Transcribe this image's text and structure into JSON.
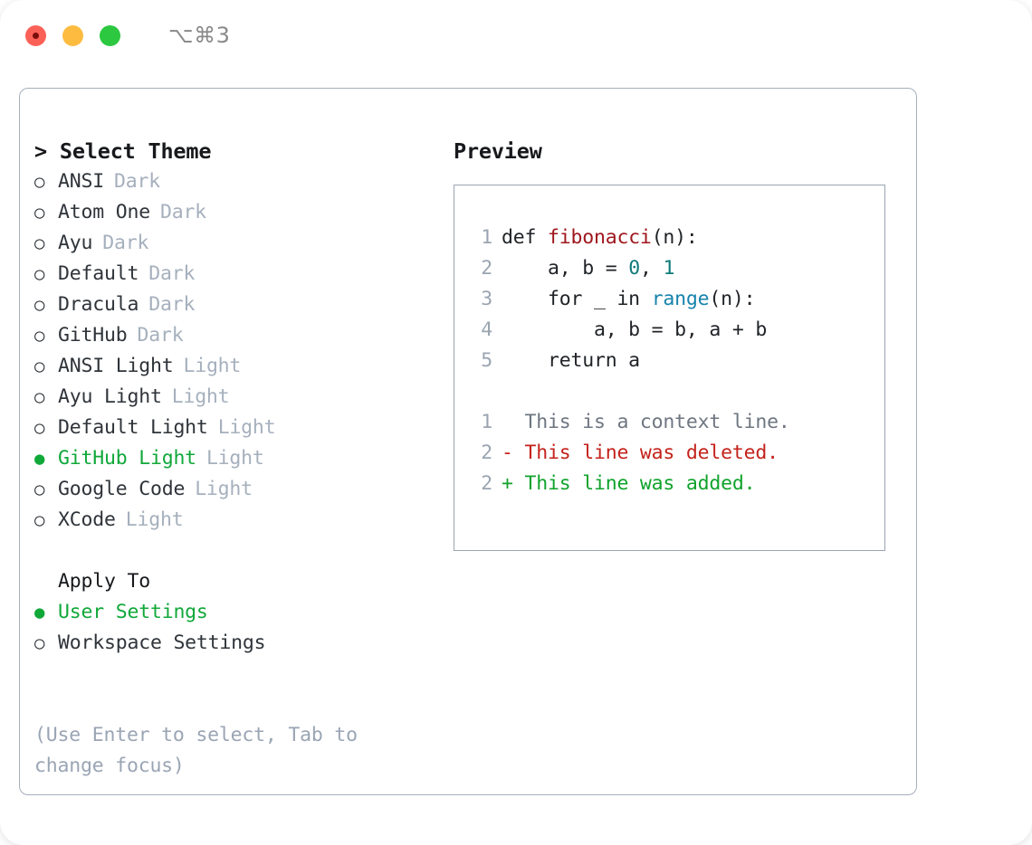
{
  "titlebar": {
    "shortcut": "⌥⌘3",
    "buttons": [
      {
        "name": "close",
        "color": "#fc6158"
      },
      {
        "name": "minimize",
        "color": "#fdbc40"
      },
      {
        "name": "zoom",
        "color": "#2bc840"
      }
    ]
  },
  "left": {
    "heading": "> Select Theme",
    "themes": [
      {
        "marker": "○",
        "name": "ANSI",
        "tag": "Dark",
        "selected": false
      },
      {
        "marker": "○",
        "name": "Atom One",
        "tag": "Dark",
        "selected": false
      },
      {
        "marker": "○",
        "name": "Ayu",
        "tag": "Dark",
        "selected": false
      },
      {
        "marker": "○",
        "name": "Default",
        "tag": "Dark",
        "selected": false
      },
      {
        "marker": "○",
        "name": "Dracula",
        "tag": "Dark",
        "selected": false
      },
      {
        "marker": "○",
        "name": "GitHub",
        "tag": "Dark",
        "selected": false
      },
      {
        "marker": "○",
        "name": "ANSI Light",
        "tag": "Light",
        "selected": false
      },
      {
        "marker": "○",
        "name": "Ayu Light",
        "tag": "Light",
        "selected": false
      },
      {
        "marker": "○",
        "name": "Default Light",
        "tag": "Light",
        "selected": false
      },
      {
        "marker": "●",
        "name": "GitHub Light",
        "tag": "Light",
        "selected": true
      },
      {
        "marker": "○",
        "name": "Google Code",
        "tag": "Light",
        "selected": false
      },
      {
        "marker": "○",
        "name": "XCode",
        "tag": "Light",
        "selected": false
      }
    ],
    "apply_to": {
      "title": "Apply To",
      "options": [
        {
          "marker": "●",
          "name": "User Settings",
          "selected": true
        },
        {
          "marker": "○",
          "name": "Workspace Settings",
          "selected": false
        }
      ]
    },
    "hint": "(Use Enter to select, Tab to change focus)"
  },
  "right": {
    "heading": "Preview",
    "code": [
      {
        "lineno": "1",
        "segments": [
          {
            "text": "def ",
            "kind": "plain"
          },
          {
            "text": "fibonacci",
            "kind": "fn"
          },
          {
            "text": "(n):",
            "kind": "plain"
          }
        ]
      },
      {
        "lineno": "2",
        "segments": [
          {
            "text": "    a, b = ",
            "kind": "plain"
          },
          {
            "text": "0",
            "kind": "num"
          },
          {
            "text": ", ",
            "kind": "plain"
          },
          {
            "text": "1",
            "kind": "num"
          }
        ]
      },
      {
        "lineno": "3",
        "segments": [
          {
            "text": "    for _ in ",
            "kind": "plain"
          },
          {
            "text": "range",
            "kind": "call"
          },
          {
            "text": "(n):",
            "kind": "plain"
          }
        ]
      },
      {
        "lineno": "4",
        "segments": [
          {
            "text": "        a, b = b, a + b",
            "kind": "plain"
          }
        ]
      },
      {
        "lineno": "5",
        "segments": [
          {
            "text": "    return a",
            "kind": "plain"
          }
        ]
      }
    ],
    "diff": [
      {
        "lineno": "1",
        "marker": " ",
        "text": "  This is a context line.",
        "kind": "context"
      },
      {
        "lineno": "2",
        "marker": "-",
        "text": "- This line was deleted.",
        "kind": "deleted"
      },
      {
        "lineno": "2",
        "marker": "+",
        "text": "+ This line was added.",
        "kind": "added"
      }
    ]
  },
  "colors": {
    "accent_green": "#10a839",
    "muted": "#a6b0bd",
    "border": "#9aa5b1",
    "fn_red": "#9e161c",
    "num_teal": "#0e7a78",
    "call_blue": "#1683ac",
    "diff_deleted": "#c4221b",
    "diff_added": "#10a32c",
    "diff_context": "#6e7681"
  }
}
